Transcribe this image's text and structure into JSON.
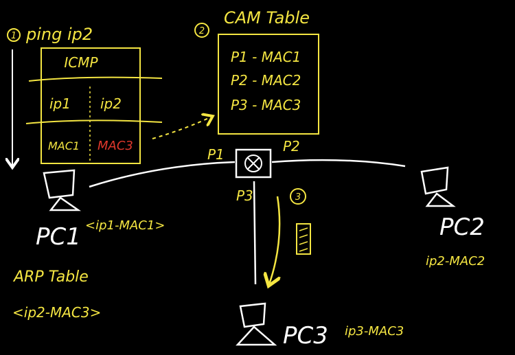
{
  "colors": {
    "background": "#000000",
    "annotation": "#f5e642",
    "device": "#ffffff",
    "highlight": "#e0382c"
  },
  "steps": {
    "step1": {
      "number": "1",
      "label": "ping ip2"
    },
    "step2": {
      "number": "2",
      "label": "CAM Table"
    },
    "step3": {
      "number": "3"
    }
  },
  "packet": {
    "header": "ICMP",
    "src_ip": "ip1",
    "dst_ip": "ip2",
    "src_mac": "MAC1",
    "dst_mac": "MAC3"
  },
  "cam_table": {
    "entries": [
      "P1 - MAC1",
      "P2 - MAC2",
      "P3 - MAC3"
    ]
  },
  "switch": {
    "ports": {
      "p1": "P1",
      "p2": "P2",
      "p3": "P3"
    }
  },
  "pcs": {
    "pc1": {
      "label": "PC1",
      "binding": "<ip1-MAC1>"
    },
    "pc2": {
      "label": "PC2",
      "binding": "ip2-MAC2"
    },
    "pc3": {
      "label": "PC3",
      "binding": "ip3-MAC3"
    }
  },
  "arp_table": {
    "title": "ARP Table",
    "entry": "<ip2-MAC3>"
  },
  "icons": [
    "circled-number-icon",
    "computer-icon",
    "switch-icon",
    "arrow-icon",
    "frame-icon"
  ]
}
